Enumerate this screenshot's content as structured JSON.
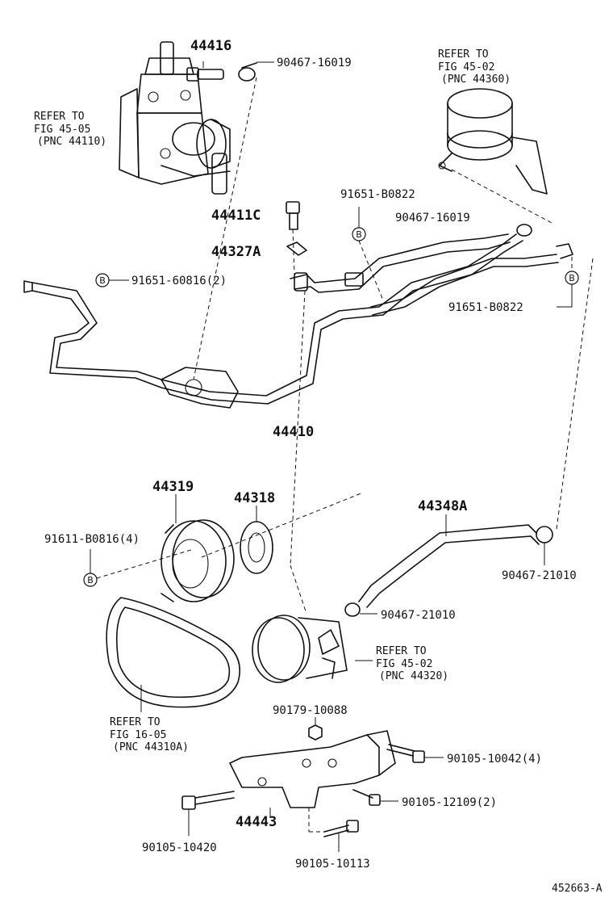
{
  "parts": {
    "p44416": "44416",
    "p90467_16019_top": "90467-16019",
    "p44411c": "44411C",
    "p44327a": "44327A",
    "p91651_b0822_top": "91651-B0822",
    "p90467_16019_right": "90467-16019",
    "p91651_60816": "91651-60816(2)",
    "p91651_b0822_right": "91651-B0822",
    "p44410": "44410",
    "p44319": "44319",
    "p44318": "44318",
    "p91611_b0816": "91611-B0816(4)",
    "p44348a": "44348A",
    "p90467_21010_right": "90467-21010",
    "p90467_21010_mid": "90467-21010",
    "p90179_10088": "90179-10088",
    "p90105_10042": "90105-10042(4)",
    "p90105_12109": "90105-12109(2)",
    "p44443": "44443",
    "p90105_10420": "90105-10420",
    "p90105_10113": "90105-10113"
  },
  "refs": {
    "gear": [
      "REFER TO",
      "FIG 45-05",
      "(PNC 44110)"
    ],
    "reservoir": [
      "REFER TO",
      "FIG 45-02",
      "(PNC 44360)"
    ],
    "pump": [
      "REFER TO",
      "FIG 45-02",
      "(PNC 44320)"
    ],
    "belt": [
      "REFER TO",
      "FIG 16-05",
      "(PNC 44310A)"
    ]
  },
  "marker": "B",
  "diagram_id": "452663-A"
}
